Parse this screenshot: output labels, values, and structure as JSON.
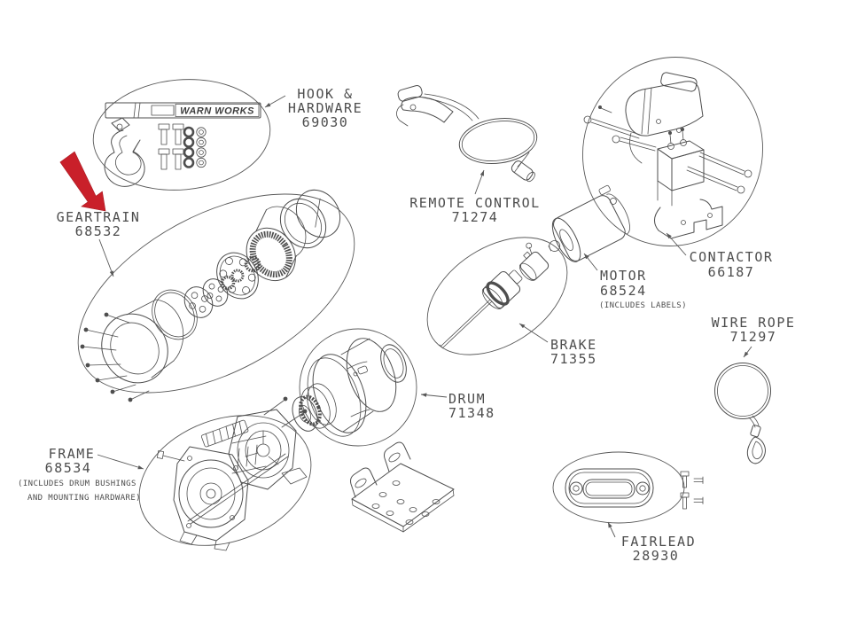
{
  "diagram": {
    "type": "winch-exploded-parts-diagram",
    "colors": {
      "line": "#4e4e4e",
      "label": "#4d4d4d",
      "highlight_arrow": "#c9202a"
    },
    "logo": {
      "strap_text": "WARN WORKS"
    },
    "highlight": {
      "target": "GEARTRAIN 68532",
      "style": "red-arrow"
    },
    "parts": {
      "hook_hardware": {
        "name_line1": "HOOK &",
        "name_line2": "HARDWARE",
        "number": "69030"
      },
      "geartrain": {
        "name": "GEARTRAIN",
        "number": "68532"
      },
      "remote_control": {
        "name": "REMOTE CONTROL",
        "number": "71274"
      },
      "contactor": {
        "name": "CONTACTOR",
        "number": "66187"
      },
      "motor": {
        "name": "MOTOR",
        "number": "68524",
        "note": "(INCLUDES LABELS)"
      },
      "wire_rope": {
        "name": "WIRE ROPE",
        "number": "71297"
      },
      "brake": {
        "name": "BRAKE",
        "number": "71355"
      },
      "drum": {
        "name": "DRUM",
        "number": "71348"
      },
      "frame": {
        "name": "FRAME",
        "number": "68534",
        "note_line1": "(INCLUDES DRUM BUSHINGS",
        "note_line2": "AND MOUNTING HARDWARE)"
      },
      "fairlead": {
        "name": "FAIRLEAD",
        "number": "28930"
      }
    }
  }
}
